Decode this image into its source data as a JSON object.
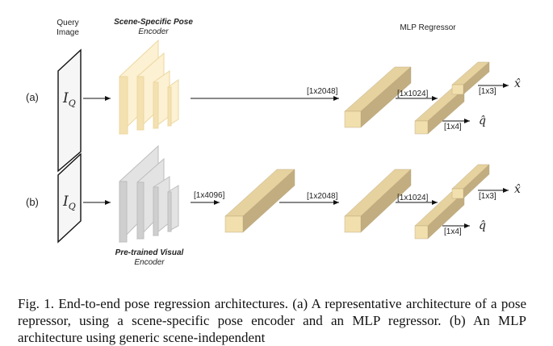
{
  "labels": {
    "query_image_line1": "Query",
    "query_image_line2": "Image",
    "encoder_a_line1": "Scene-Specific Pose",
    "encoder_a_line2": "Encoder",
    "mlp_regressor": "MLP Regressor",
    "encoder_b_line1": "Pre-trained Visual",
    "encoder_b_line2": "Encoder",
    "row_a": "(a)",
    "row_b": "(b)",
    "input_symbol": "I",
    "input_subscript": "Q",
    "dim_a_2048": "[1x2048]",
    "dim_a_1024": "[1x1024]",
    "dim_a_3": "[1x3]",
    "dim_a_4": "[1x4]",
    "dim_b_4096": "[1x4096]",
    "dim_b_2048": "[1x2048]",
    "dim_b_1024": "[1x1024]",
    "dim_b_3": "[1x3]",
    "dim_b_4": "[1x4]",
    "out_x": "x̂",
    "out_q": "q̂"
  },
  "caption": "Fig. 1.   End-to-end pose regression architectures. (a) A representative architecture of a pose repressor, using a scene-specific pose encoder and an MLP regressor. (b) An MLP architecture using generic scene-independent",
  "colors": {
    "yellow_front": "#f1dfad",
    "yellow_side": "#c2ad80",
    "yellow_top": "#e6d29f",
    "encoder_a_fill": "#fbefce",
    "encoder_a_edge": "#edd9a2",
    "encoder_b_fill": "#e3e3e3",
    "encoder_b_edge": "#bdbdbd"
  }
}
